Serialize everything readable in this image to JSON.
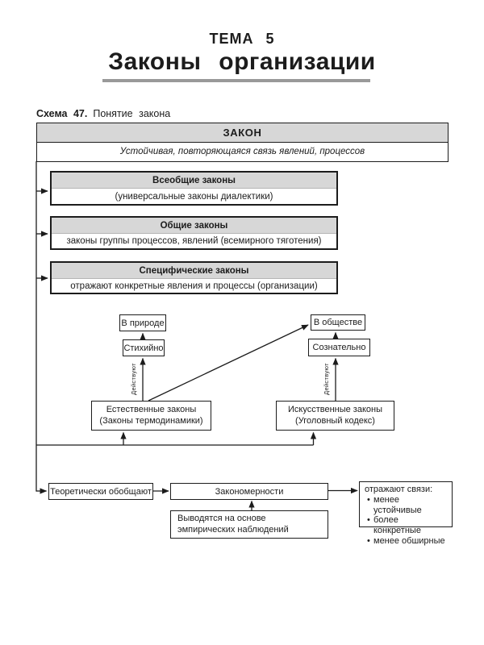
{
  "page": {
    "theme_label": "ТЕМА 5",
    "title": "Законы организации",
    "schema_label": "Схема 47.",
    "schema_title": "Понятие закона"
  },
  "colors": {
    "box_header_fill": "#d7d7d7",
    "underline_gray": "#999999",
    "line_black": "#1c1c1c"
  },
  "diagram": {
    "law": {
      "title": "ЗАКОН",
      "definition": "Устойчивая, повторяющаяся связь явлений, процессов"
    },
    "categories": [
      {
        "title": "Всеобщие законы",
        "desc": "(универсальные законы диалектики)"
      },
      {
        "title": "Общие законы",
        "desc": "законы группы процессов, явлений (всемирного тяготения)"
      },
      {
        "title": "Специфические законы",
        "desc": "отражают конкретные явления и процессы (организации)"
      }
    ],
    "nature": "В природе",
    "spontaneous": "Стихийно",
    "society": "В обществе",
    "conscious": "Сознательно",
    "act_label_left": "Действуют",
    "act_label_right": "Действуют",
    "natural_laws": {
      "line1": "Естественные законы",
      "line2": "(Законы термодинамики)"
    },
    "artificial_laws": {
      "line1": "Искусственные законы",
      "line2": "(Уголовный кодекс)"
    },
    "generalize": "Теоретически обобщают",
    "regularities": "Закономерности",
    "derived": "Выводятся на основе эмпирических наблюдений",
    "reflect": {
      "title": "отражают связи:",
      "items": [
        "менее устойчивые",
        "более конкретные",
        "менее обширные"
      ]
    }
  }
}
